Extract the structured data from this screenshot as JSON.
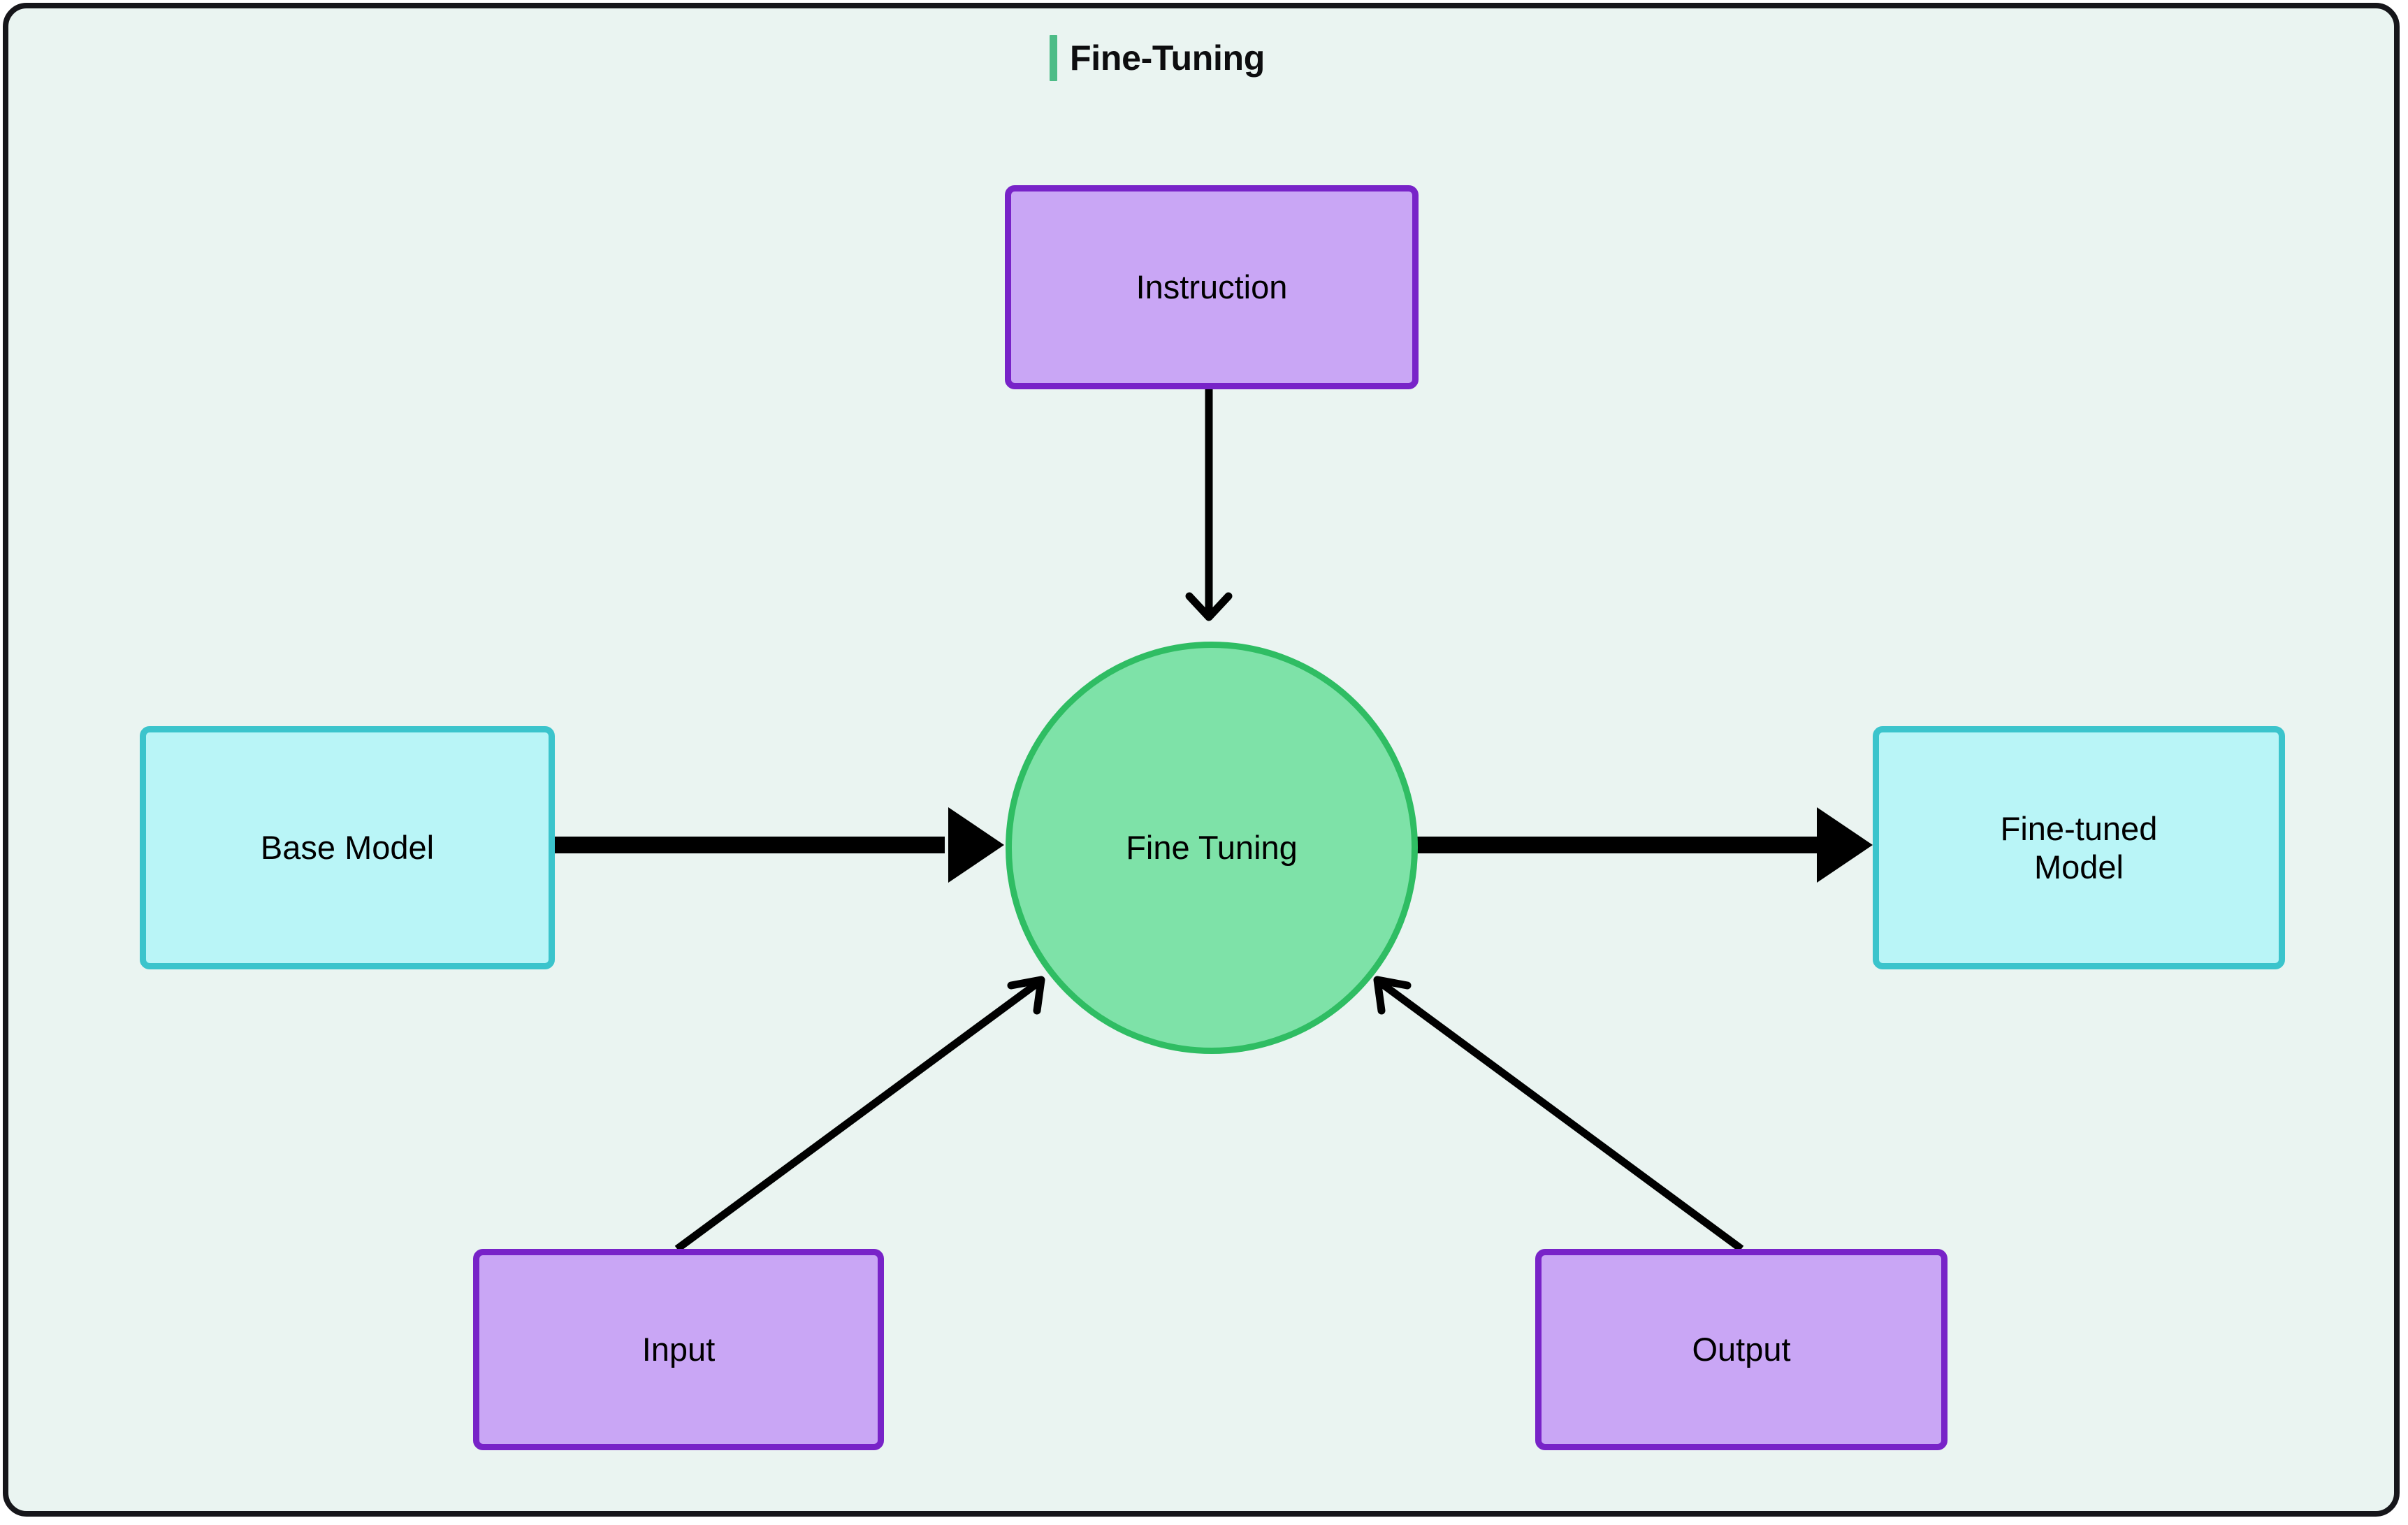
{
  "diagram": {
    "title": "Fine-Tuning",
    "accent_color": "#4dbc87",
    "background_color": "#eaf4f1",
    "border_color": "#16161a",
    "nodes": [
      {
        "id": "instruction",
        "label": "Instruction",
        "shape": "rounded-rect",
        "fill": "#c9a6f5",
        "stroke": "#7823c8"
      },
      {
        "id": "base-model",
        "label": "Base Model",
        "shape": "rounded-rect",
        "fill": "#b9f5f7",
        "stroke": "#3bc4cc"
      },
      {
        "id": "fine-tuning",
        "label": "Fine Tuning",
        "shape": "circle",
        "fill": "#7ee2a8",
        "stroke": "#2fbd63"
      },
      {
        "id": "finetuned-model",
        "label": "Fine-tuned Model",
        "shape": "rounded-rect",
        "fill": "#b9f5f7",
        "stroke": "#3bc4cc"
      },
      {
        "id": "input",
        "label": "Input",
        "shape": "rounded-rect",
        "fill": "#c9a6f5",
        "stroke": "#7823c8"
      },
      {
        "id": "output",
        "label": "Output",
        "shape": "rounded-rect",
        "fill": "#c9a6f5",
        "stroke": "#7823c8"
      }
    ],
    "edges": [
      {
        "id": "edge-instruction-to-fine-tuning",
        "from": "instruction",
        "to": "fine-tuning",
        "style": "thin-chevron",
        "label": ""
      },
      {
        "id": "edge-base-to-fine-tuning",
        "from": "base-model",
        "to": "fine-tuning",
        "style": "thick-triangle",
        "label": ""
      },
      {
        "id": "edge-fine-tuning-to-finetuned",
        "from": "fine-tuning",
        "to": "finetuned-model",
        "style": "thick-triangle",
        "label": ""
      },
      {
        "id": "edge-input-to-fine-tuning",
        "from": "input",
        "to": "fine-tuning",
        "style": "thin-chevron",
        "label": ""
      },
      {
        "id": "edge-output-to-fine-tuning",
        "from": "output",
        "to": "fine-tuning",
        "style": "thin-chevron",
        "label": ""
      }
    ]
  }
}
